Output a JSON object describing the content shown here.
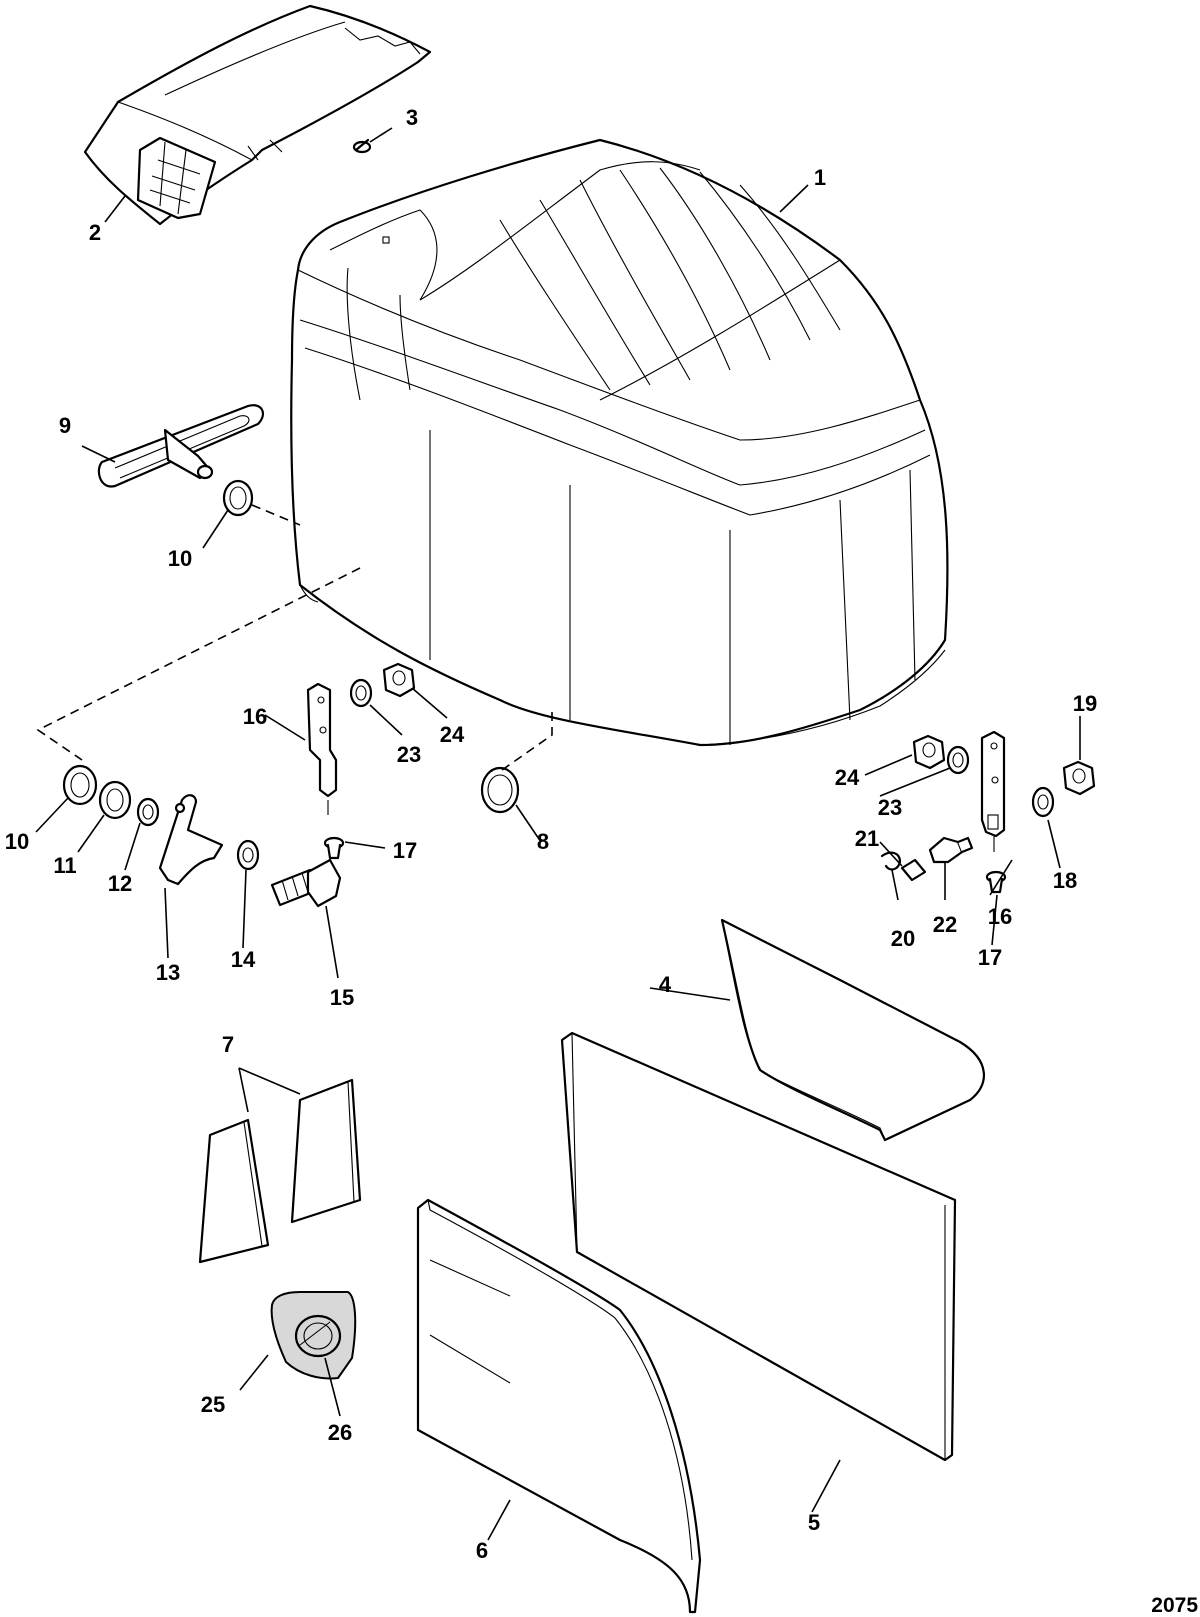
{
  "figure": {
    "number": "2075"
  },
  "callouts": [
    {
      "id": "c1",
      "label": "1"
    },
    {
      "id": "c2",
      "label": "2"
    },
    {
      "id": "c3",
      "label": "3"
    },
    {
      "id": "c4",
      "label": "4"
    },
    {
      "id": "c5",
      "label": "5"
    },
    {
      "id": "c6",
      "label": "6"
    },
    {
      "id": "c7",
      "label": "7"
    },
    {
      "id": "c8",
      "label": "8"
    },
    {
      "id": "c9",
      "label": "9"
    },
    {
      "id": "c10a",
      "label": "10"
    },
    {
      "id": "c10b",
      "label": "10"
    },
    {
      "id": "c11",
      "label": "11"
    },
    {
      "id": "c12",
      "label": "12"
    },
    {
      "id": "c13",
      "label": "13"
    },
    {
      "id": "c14",
      "label": "14"
    },
    {
      "id": "c15",
      "label": "15"
    },
    {
      "id": "c16a",
      "label": "16"
    },
    {
      "id": "c16b",
      "label": "16"
    },
    {
      "id": "c17a",
      "label": "17"
    },
    {
      "id": "c17b",
      "label": "17"
    },
    {
      "id": "c18",
      "label": "18"
    },
    {
      "id": "c19",
      "label": "19"
    },
    {
      "id": "c20",
      "label": "20"
    },
    {
      "id": "c21",
      "label": "21"
    },
    {
      "id": "c22",
      "label": "22"
    },
    {
      "id": "c23a",
      "label": "23"
    },
    {
      "id": "c23b",
      "label": "23"
    },
    {
      "id": "c24a",
      "label": "24"
    },
    {
      "id": "c24b",
      "label": "24"
    },
    {
      "id": "c25",
      "label": "25"
    },
    {
      "id": "c26",
      "label": "26"
    }
  ]
}
